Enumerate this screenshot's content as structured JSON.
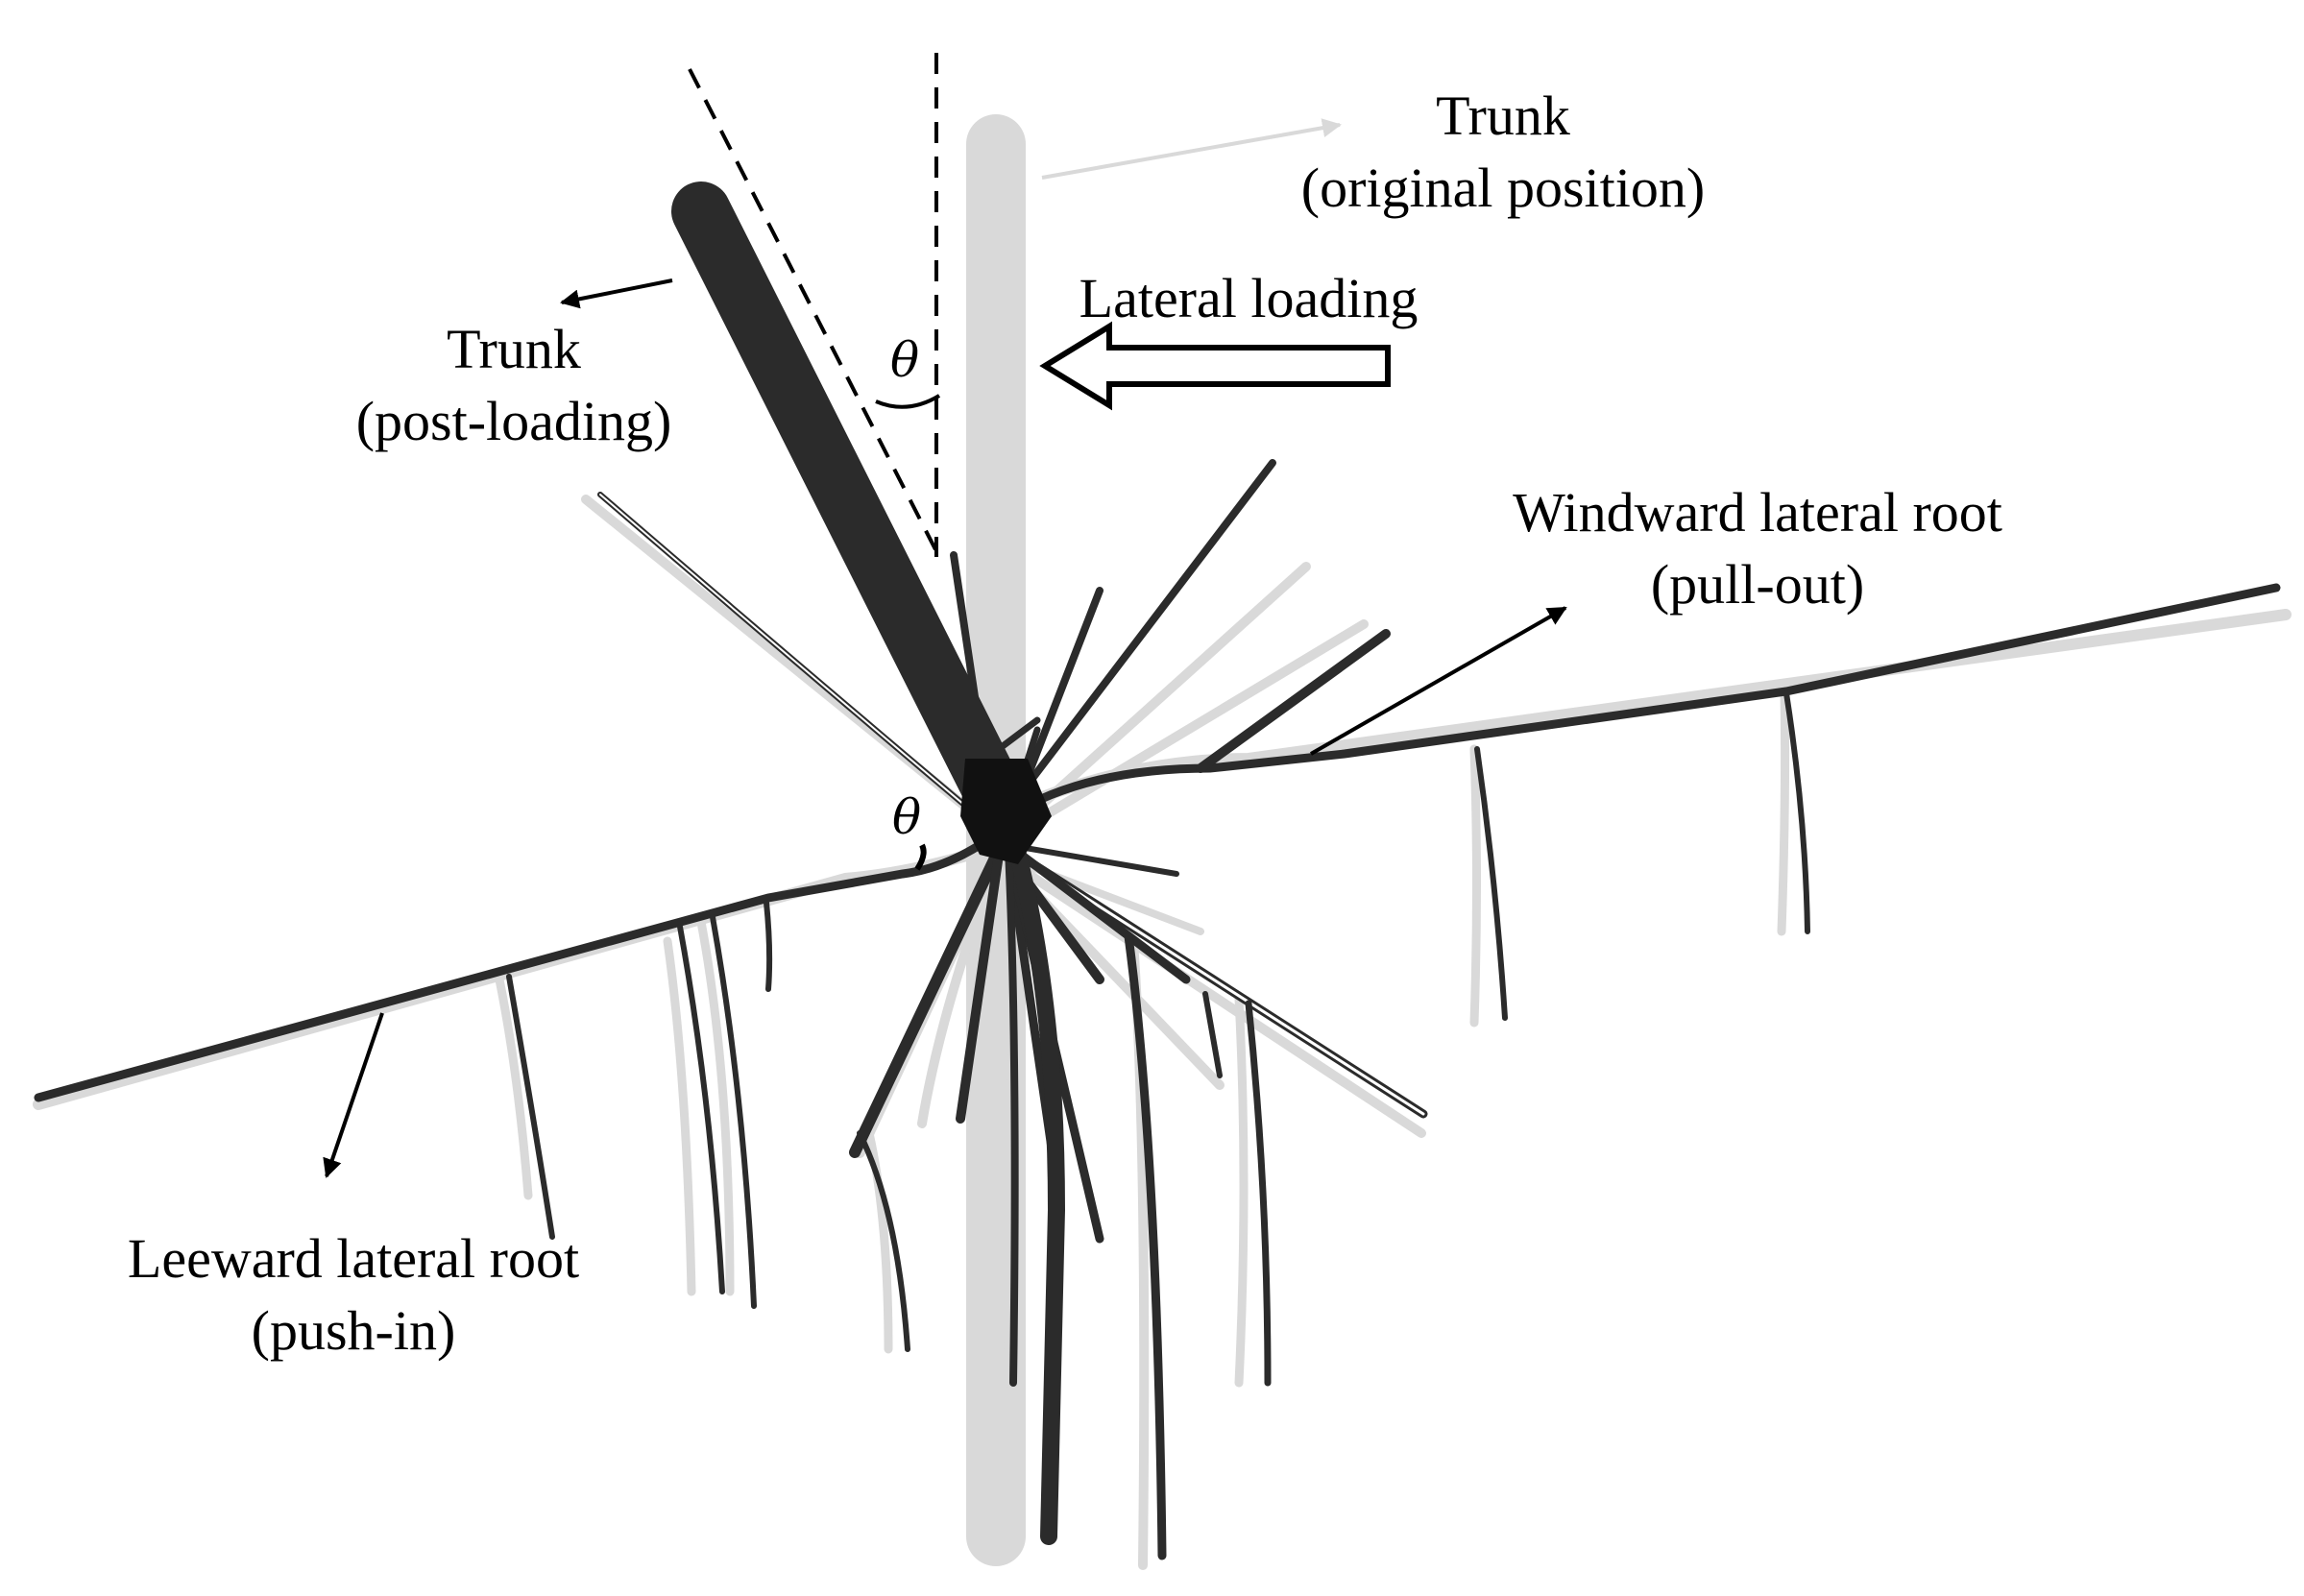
{
  "labels": {
    "trunk_original": {
      "line1": "Trunk",
      "line2": "(original position)"
    },
    "trunk_post": {
      "line1": "Trunk",
      "line2": "(post-loading)"
    },
    "lateral_loading": "Lateral loading",
    "windward": {
      "line1": "Windward lateral root",
      "line2": "(pull-out)"
    },
    "leeward": {
      "line1": "Leeward lateral root",
      "line2": "(push-in)"
    },
    "theta_top": "θ",
    "theta_bottom": "θ"
  },
  "colors": {
    "original": "#d9d9d9",
    "deformed": "#2b2b2b",
    "ink": "#000000"
  }
}
